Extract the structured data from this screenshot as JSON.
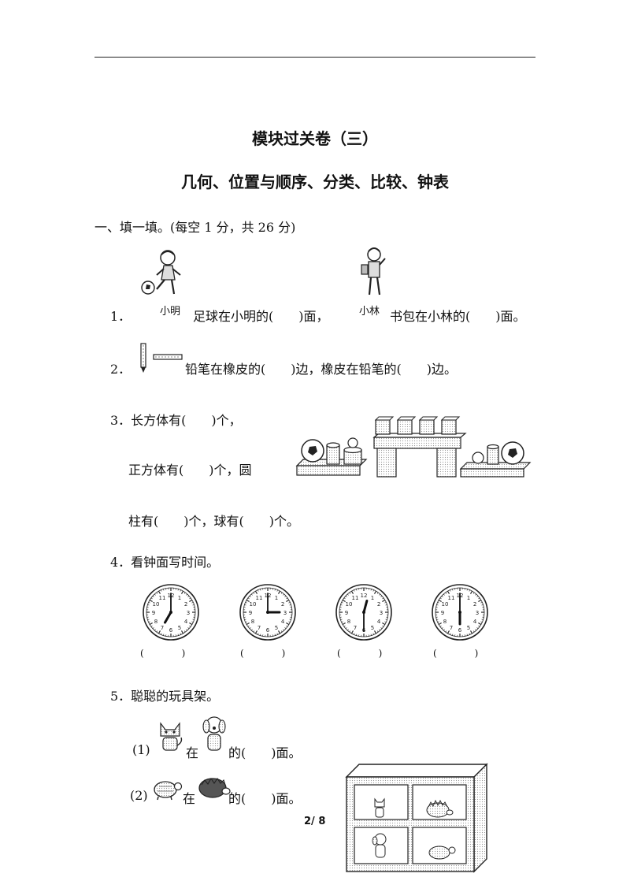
{
  "page": {
    "title": "模块过关卷（三）",
    "subtitle": "几何、位置与顺序、分类、比较、钟表",
    "page_number": "2/ 8"
  },
  "section1": {
    "heading": "一、填一填。(每空 1 分，共 26 分)"
  },
  "q1": {
    "num": "1．",
    "name_a": "小明",
    "text_a": "足球在小明的(　　)面，",
    "name_b": "小林",
    "text_b": "书包在小林的(　　)面。"
  },
  "q2": {
    "num": "2．",
    "text": "铅笔在橡皮的(　　)边，橡皮在铅笔的(　　)边。"
  },
  "q3": {
    "line1": "3．长方体有(　　)个，",
    "line2": "正方体有(　　)个，圆",
    "line3": "柱有(　　)个，球有(　　)个。"
  },
  "q4": {
    "prompt": "4．看钟面写时间。",
    "blanks": [
      "(　　　　)",
      "(　　　　)",
      "(　　　　)",
      "(　　　　)"
    ],
    "clocks": [
      {
        "hour": 7,
        "minute": 0
      },
      {
        "hour": 3,
        "minute": 0
      },
      {
        "hour": 12,
        "minute": 30
      },
      {
        "hour": 6,
        "minute": 0
      }
    ]
  },
  "q5": {
    "prompt": "5．聪聪的玩具架。",
    "sub1_num": "(1)",
    "sub1_mid": "在",
    "sub1_end": "的(　　)面。",
    "sub2_num": "(2)",
    "sub2_mid": "在",
    "sub2_end": "的(　　)面。"
  }
}
